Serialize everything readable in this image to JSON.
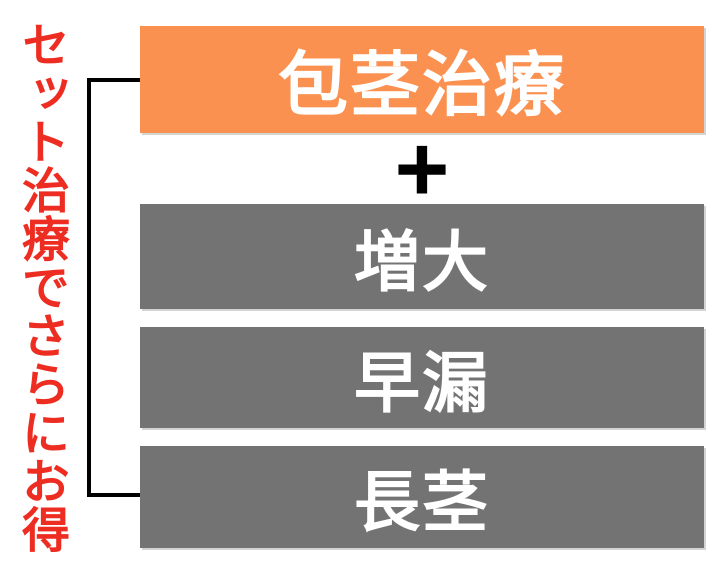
{
  "palette": {
    "accent_orange": "#fa9150",
    "box_gray": "#737373",
    "label_red": "#ee2d22",
    "text_white": "#ffffff",
    "line_black": "#000000"
  },
  "side_label": {
    "text": "セット治療でさらにお得"
  },
  "plus": {
    "symbol": "+"
  },
  "boxes": [
    {
      "id": "hokei",
      "label": "包茎治療",
      "variant": "primary"
    },
    {
      "id": "zodai",
      "label": "増大",
      "variant": "secondary"
    },
    {
      "id": "soro",
      "label": "早漏",
      "variant": "secondary"
    },
    {
      "id": "chokei",
      "label": "長茎",
      "variant": "secondary"
    }
  ]
}
